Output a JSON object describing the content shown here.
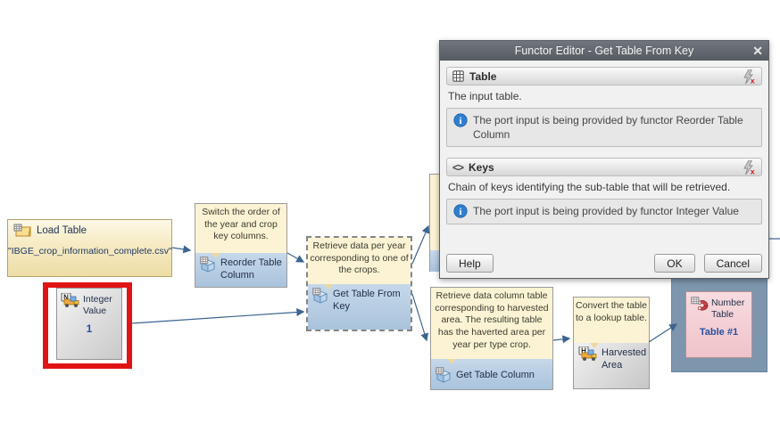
{
  "dialog": {
    "title": "Functor Editor - Get Table From Key",
    "close_glyph": "✕",
    "sections": [
      {
        "name": "Table",
        "desc": "The input table.",
        "info": "The port input is being provided by functor Reorder Table Column"
      },
      {
        "name": "Keys",
        "desc": "Chain of keys identifying the sub-table that will be retrieved.",
        "info": "The port input is being provided by functor Integer Value"
      }
    ],
    "keys_glyph": "<>",
    "buttons": {
      "help": "Help",
      "ok": "OK",
      "cancel": "Cancel"
    }
  },
  "nodes": {
    "load_table": {
      "title": "Load Table",
      "value": "\"IBGE_crop_information_complete.csv\""
    },
    "integer_value": {
      "title": "Integer Value",
      "value": "1"
    },
    "reorder": {
      "comment": "Switch the order of the year and crop key columns.",
      "label": "Reorder Table Column"
    },
    "get_table_from_key": {
      "comment": "Retrieve data per year corresponding to one of the crops.",
      "label": "Get Table From Key"
    },
    "get_table_column": {
      "comment": "Retrieve data column table corresponding to harvested area. The resulting table has the haverted area per year per type crop.",
      "label": "Get Table Column"
    },
    "harvested_area": {
      "comment": "Convert the table to a lookup table.",
      "label": "Harvested Area"
    },
    "number_table": {
      "title": "Number Table",
      "value": "Table #1"
    }
  },
  "colors": {
    "edge": "#3c6490",
    "highlight": "#e01414",
    "comment_bg": "#fbf3d3",
    "functor_blue": "#aec7df",
    "container_blue": "#7d96ad",
    "table_pink": "#f3d0d5",
    "titlebar": "#5b6167"
  }
}
